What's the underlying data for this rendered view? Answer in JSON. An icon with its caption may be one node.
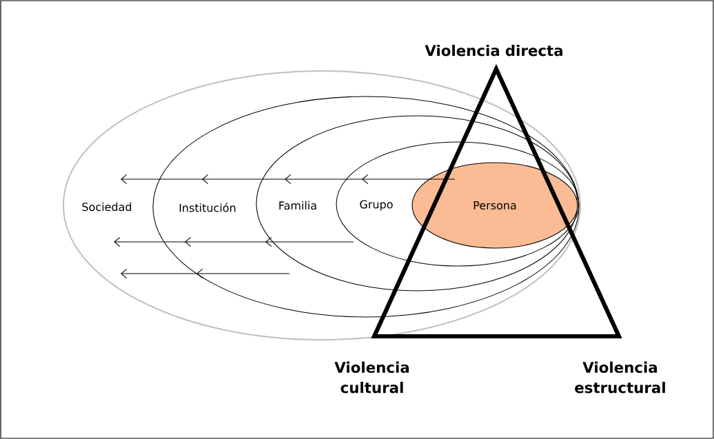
{
  "diagram": {
    "nodes": [
      {
        "text": [
          "Sociedad"
        ]
      },
      {
        "text": [
          "Institución"
        ],
        "in": 0
      },
      {
        "text": [
          "Familia"
        ],
        "in": 1
      },
      {
        "text": [
          "Grupo"
        ]
      },
      {
        "text": [
          "Persona"
        ],
        "in": 3
      },
      {
        "text": [
          "Violencia directa",
          "Violencia cultural",
          "Violencia estructural"
        ]
      }
    ]
  }
}
